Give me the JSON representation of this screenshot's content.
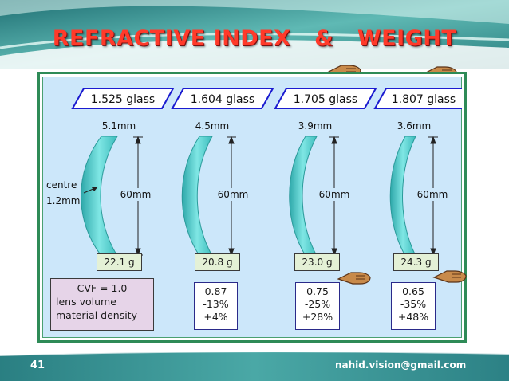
{
  "title": "REFRACTIVE INDEX   &   WEIGHT",
  "lenses": [
    {
      "glass": "1.525 glass",
      "edge": "5.1mm",
      "height": "60mm",
      "weight": "22.1 g"
    },
    {
      "glass": "1.604 glass",
      "edge": "4.5mm",
      "height": "60mm",
      "weight": "20.8 g"
    },
    {
      "glass": "1.705 glass",
      "edge": "3.9mm",
      "height": "60mm",
      "weight": "23.0 g"
    },
    {
      "glass": "1.807 glass",
      "edge": "3.6mm",
      "height": "60mm",
      "weight": "24.3 g"
    }
  ],
  "centre_label": [
    "centre",
    "1.2mm"
  ],
  "cvf_box": {
    "line1": "CVF   =   1.0",
    "line2": "lens volume",
    "line3": "material density"
  },
  "stats": [
    {
      "cvf": "0.87",
      "volume": "-13%",
      "density": "+4%"
    },
    {
      "cvf": "0.75",
      "volume": "-25%",
      "density": "+28%"
    },
    {
      "cvf": "0.65",
      "volume": "-35%",
      "density": "+48%"
    }
  ],
  "footer": {
    "slide_number": "41",
    "email": "nahid.vision@gmail.com"
  },
  "colors": {
    "title": "#ff3a2a",
    "panel": "#cce7fa",
    "lens": "#4ecfd0",
    "banner_border": "#1b1bd0",
    "frame": "#2e8b57"
  }
}
